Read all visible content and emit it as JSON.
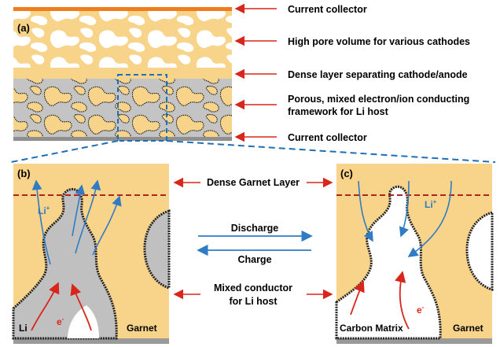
{
  "panels": {
    "a": "(a)",
    "b": "(b)",
    "c": "(c)"
  },
  "top_labels": {
    "current_collector_top": "Current collector",
    "high_pore": "High pore volume for various cathodes",
    "dense_layer": "Dense layer separating cathode/anode",
    "porous_line1": "Porous, mixed electron/ion conducting",
    "porous_line2": "framework for Li host",
    "current_collector_bottom": "Current collector"
  },
  "middle_labels": {
    "dense_garnet": "Dense Garnet Layer",
    "discharge": "Discharge",
    "charge": "Charge",
    "mixed_line1": "Mixed conductor",
    "mixed_line2": "for Li host"
  },
  "panel_b_labels": {
    "li_ion": "Li",
    "li_ion_sup": "+",
    "electron": "e",
    "electron_sup": "-",
    "li": "Li",
    "garnet": "Garnet"
  },
  "panel_c_labels": {
    "li_ion": "Li",
    "li_ion_sup": "+",
    "electron": "e",
    "electron_sup": "-",
    "carbon_matrix": "Carbon Matrix",
    "garnet": "Garnet"
  },
  "colors": {
    "garnet": "#f8d38a",
    "pore_fill": "#ffe7b3",
    "collector_top": "#f07c1c",
    "collector_bottom": "#9a9a9a",
    "li_metal": "#c0c0c0",
    "arrow_red": "#d8261d",
    "arrow_blue": "#2f7bc4",
    "dashed_red": "#b22222",
    "dashed_blue": "#1f6fb8"
  }
}
